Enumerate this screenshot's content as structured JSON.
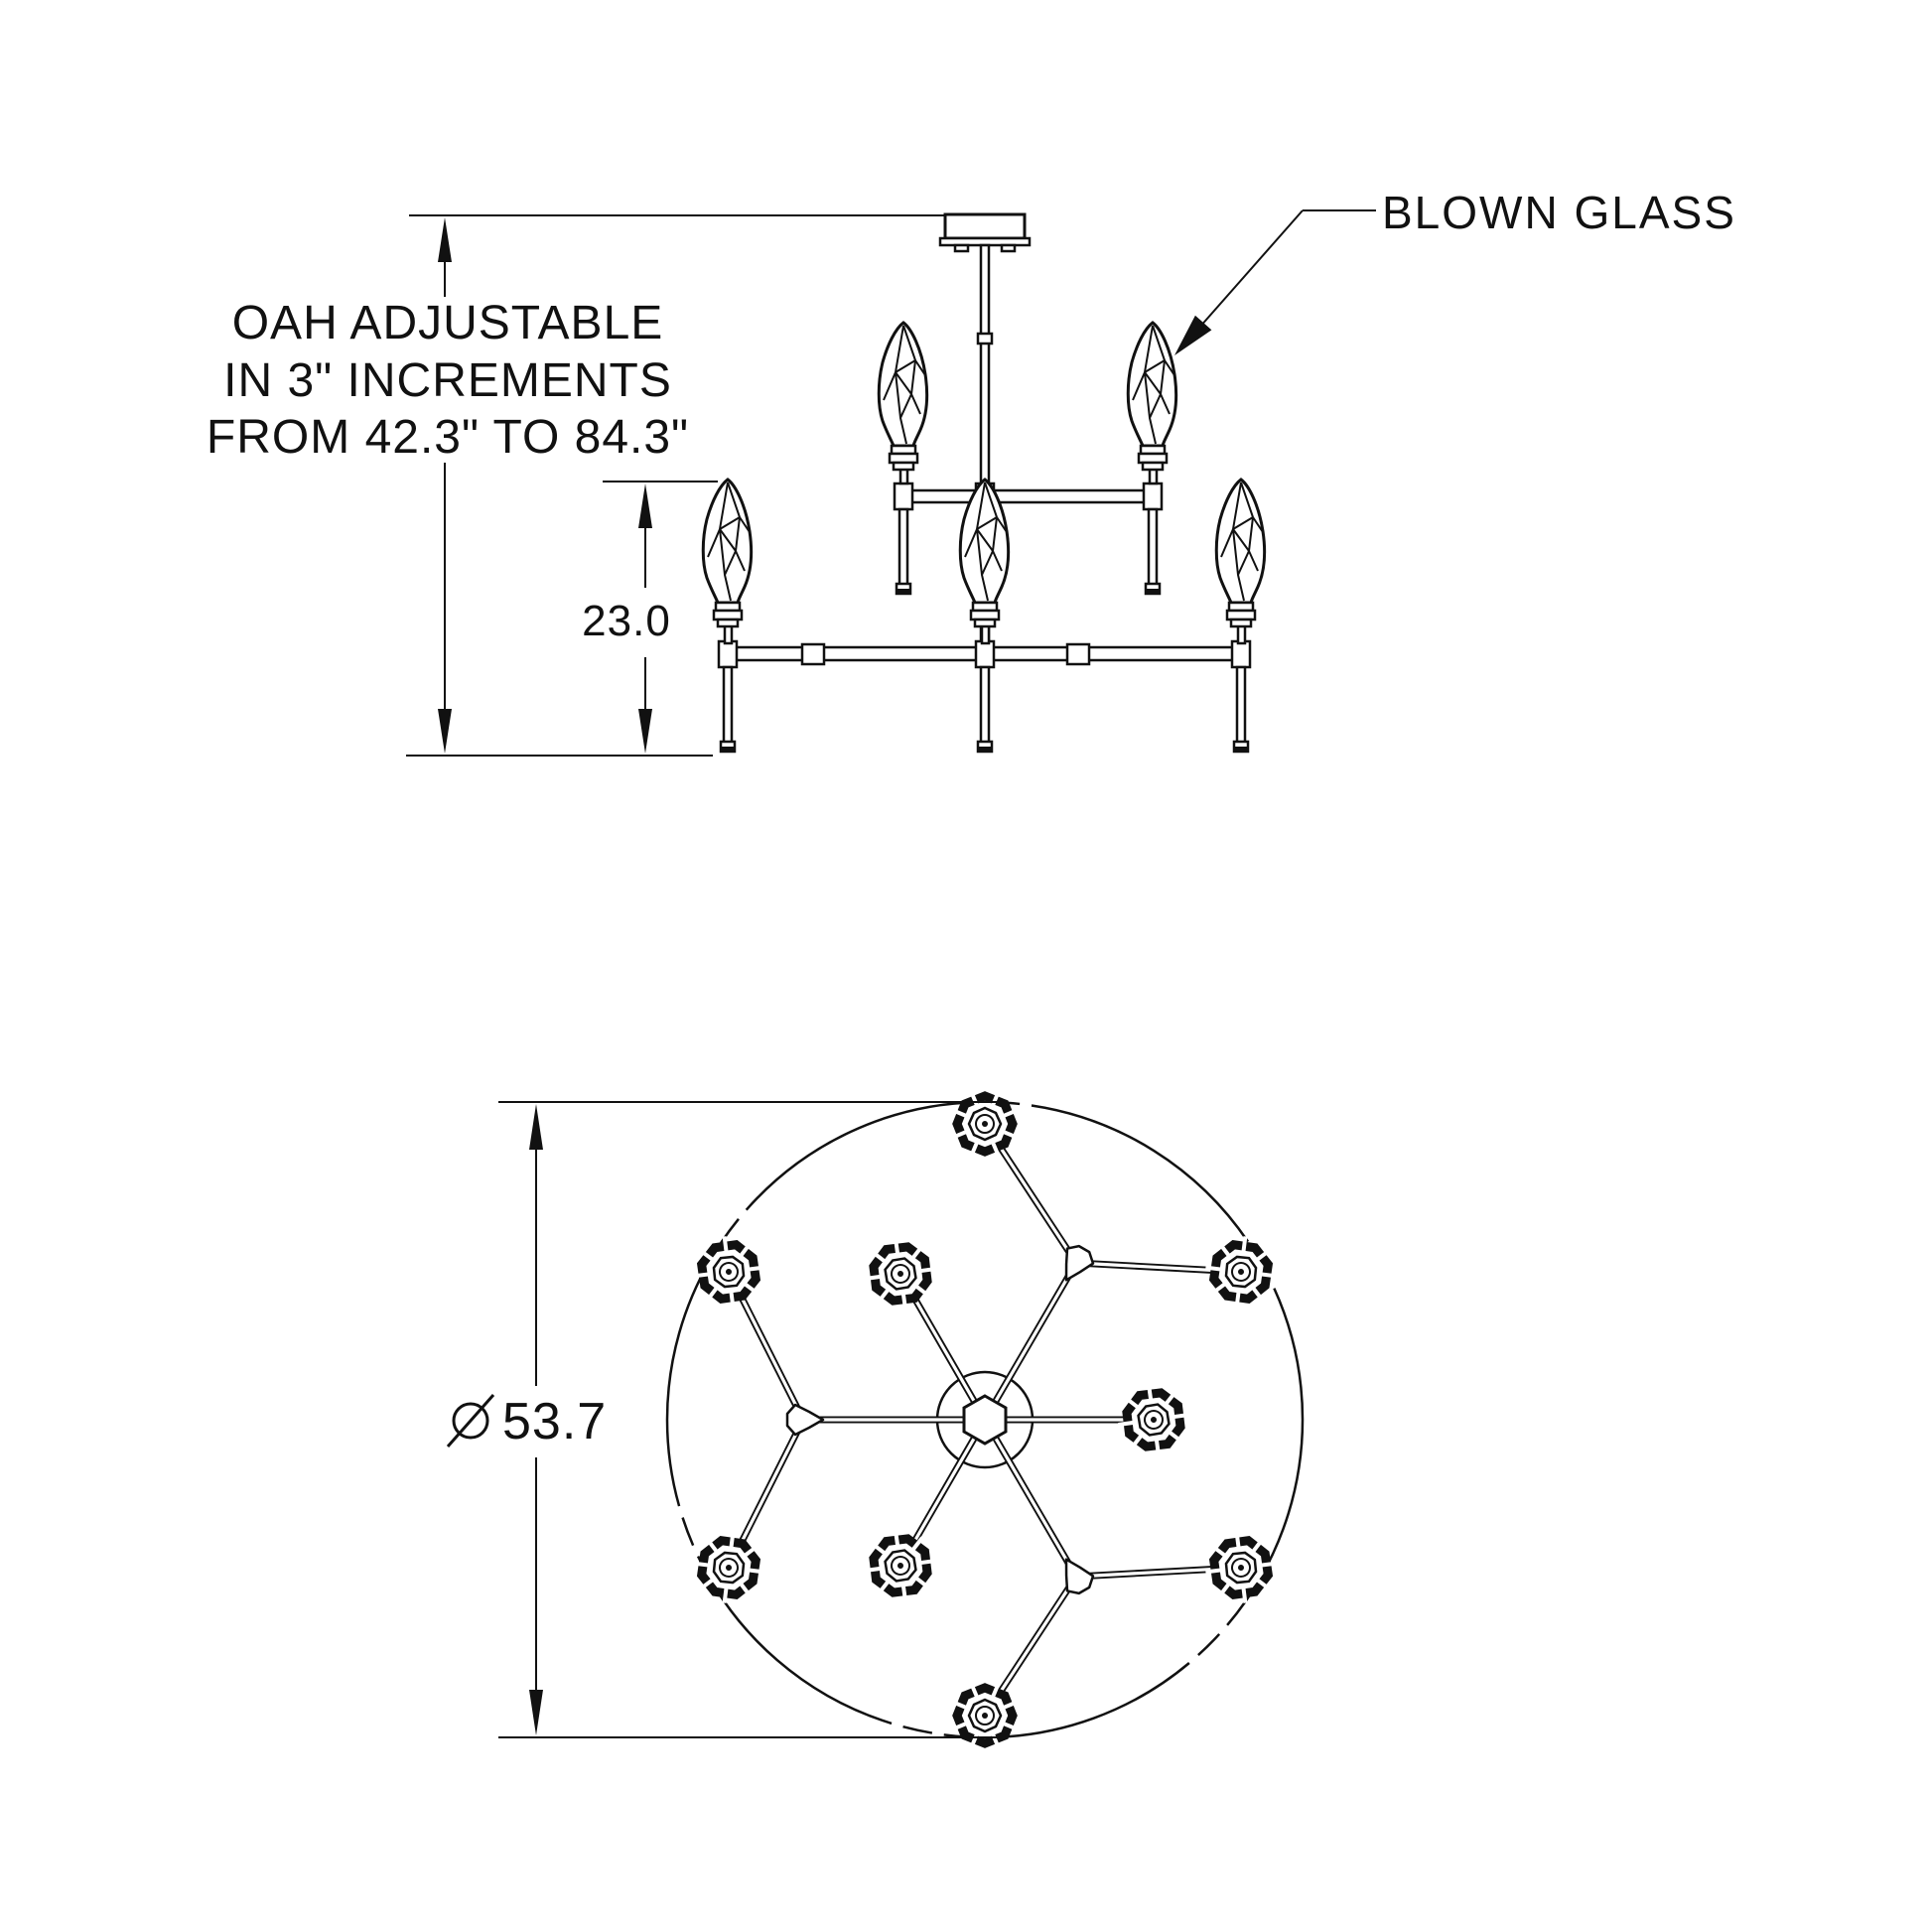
{
  "page": {
    "background": "#ffffff",
    "line_color": "#111111"
  },
  "elevation_view": {
    "oah_note_line1": "OAH ADJUSTABLE",
    "oah_note_line2": "IN 3\" INCREMENTS",
    "oah_note_line3": "FROM 42.3\" TO 84.3\"",
    "tier_spacing_value": "23.0",
    "material_callout": "BLOWN GLASS"
  },
  "plan_view": {
    "diameter_symbol": "⌀",
    "diameter_value": "53.7"
  }
}
